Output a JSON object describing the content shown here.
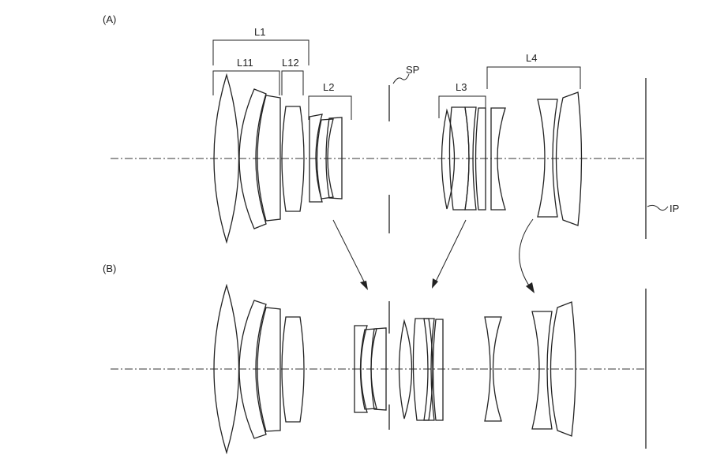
{
  "panels": [
    {
      "id": "A",
      "label": "(A)"
    },
    {
      "id": "B",
      "label": "(B)"
    }
  ],
  "labels": {
    "L1": "L1",
    "L11": "L11",
    "L12": "L12",
    "L2": "L2",
    "L3": "L3",
    "L4": "L4",
    "SP": "SP",
    "IP": "IP"
  }
}
